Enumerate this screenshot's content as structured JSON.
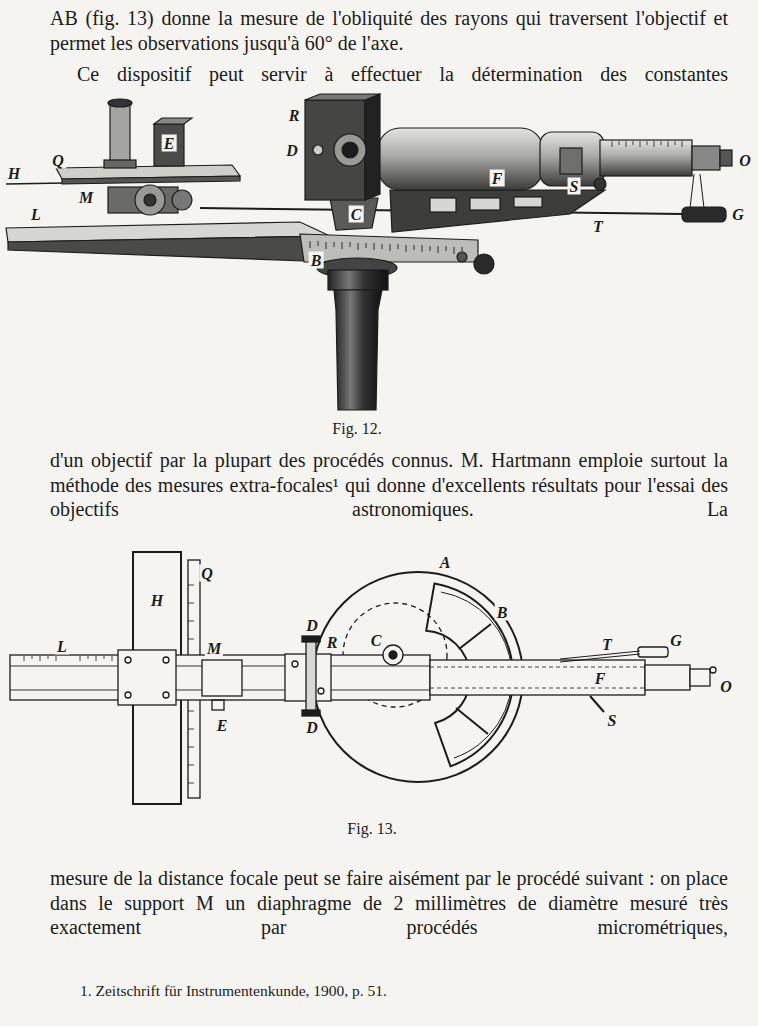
{
  "diagram": {
    "labels": [
      "AB (fig. 13) donne la mesure de l'obliquité des rayons qui traversent l'objectif et permet les observations jusqu'à 60° de l'axe.",
      "Ce dispositif peut servir à effectuer la détermination des constantes",
      "R",
      "D",
      "F",
      "S",
      "O",
      "T",
      "G",
      "Q",
      "E",
      "H",
      "M",
      "L",
      "C",
      "B",
      "Fig. 12.",
      "d'un objectif par la plupart des procédés connus. M. Hartmann emploie surtout la méthode des mesures extra-focales¹ qui donne d'excellents résultats pour l'essai des objectifs astronomiques. La",
      "L",
      "H",
      "Q",
      "M",
      "E",
      "A",
      "B",
      "D",
      "R",
      "D",
      "C",
      "T",
      "G",
      "O",
      "F",
      "S",
      "Fig. 13.",
      "mesure de la distance focale peut se faire aisément par le procédé suivant : on place dans le support M un diaphragme de 2 millimètres de diamètre mesuré très exactement par procédés micrométriques,",
      "1. Zeitschrift für Instrumentenkunde, 1900, p. 51."
    ]
  }
}
